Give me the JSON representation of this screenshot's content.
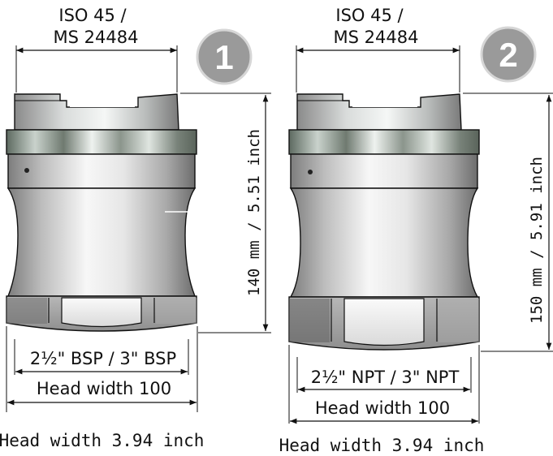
{
  "figures": [
    {
      "badge": "1",
      "standard_line1": "ISO 45 /",
      "standard_line2": "MS 24484",
      "height_label": "140 mm / 5.51 inch",
      "thread_label": "2½\" BSP / 3\" BSP",
      "head_width_mm_label": "Head width 100",
      "head_width_inch_label": "Head width 3.94 inch"
    },
    {
      "badge": "2",
      "standard_line1": "ISO 45 /",
      "standard_line2": "MS 24484",
      "height_label": "150 mm / 5.91 inch",
      "thread_label": "2½\" NPT / 3\" NPT",
      "head_width_mm_label": "Head width 100",
      "head_width_inch_label": "Head width 3.94 inch"
    }
  ],
  "colors": {
    "badge_fill": "#9a9a9a",
    "body_light": "#f4f4f4",
    "body_dark": "#8c8c8c",
    "hex_nut": "#9e9e9e",
    "line": "#111111"
  }
}
